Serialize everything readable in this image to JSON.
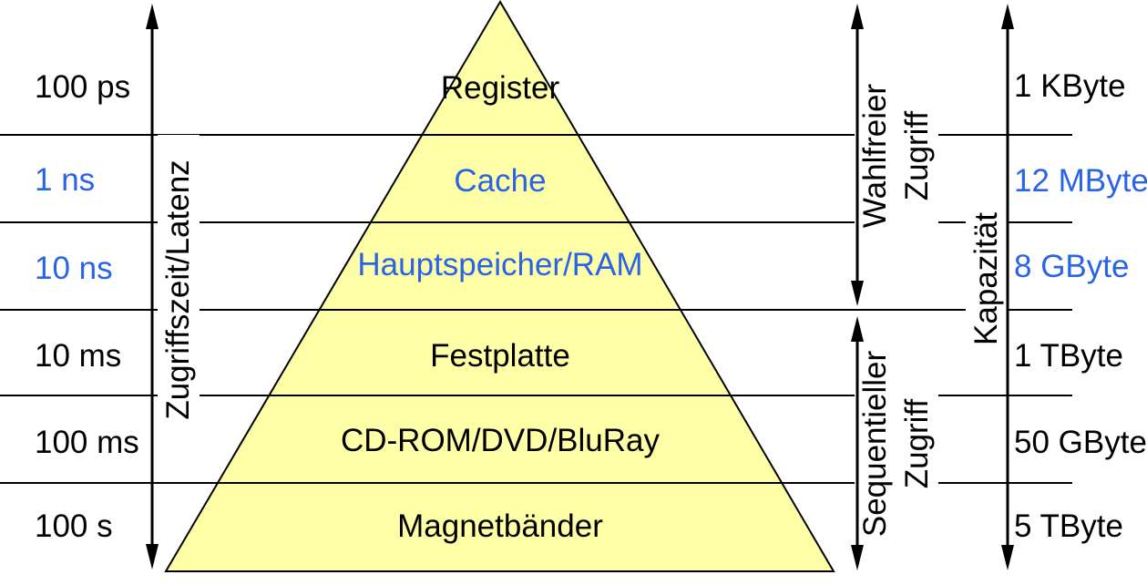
{
  "colors": {
    "highlight_blue": "#2A64E6",
    "text_black": "#000000",
    "pyramid_fill": "#FFFFA8",
    "pyramid_stroke": "#000000"
  },
  "left_axis": {
    "label": "Zugriffszeit/Latenz"
  },
  "right_axis": {
    "label": "Kapazität"
  },
  "access_modes": {
    "random": {
      "line1": "Wahlfreier",
      "line2": "Zugriff"
    },
    "sequential": {
      "line1": "Sequentieller",
      "line2": "Zugriff"
    }
  },
  "levels": [
    {
      "name": "Register",
      "access_time": "100 ps",
      "capacity": "1 KByte",
      "color": "#000000"
    },
    {
      "name": "Cache",
      "access_time": "1 ns",
      "capacity": "12 MByte",
      "color": "#2A64E6"
    },
    {
      "name": "Hauptspeicher/RAM",
      "access_time": "10 ns",
      "capacity": "8 GByte",
      "color": "#2A64E6"
    },
    {
      "name": "Festplatte",
      "access_time": "10 ms",
      "capacity": "1 TByte",
      "color": "#000000"
    },
    {
      "name": "CD-ROM/DVD/BluRay",
      "access_time": "100 ms",
      "capacity": "50 GByte",
      "color": "#000000"
    },
    {
      "name": "Magnetbänder",
      "access_time": "100 s",
      "capacity": "5 TByte",
      "color": "#000000"
    }
  ]
}
